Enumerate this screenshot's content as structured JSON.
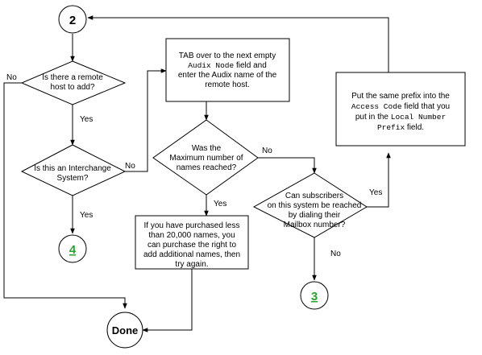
{
  "connectors": {
    "start": "2",
    "to_four": "4",
    "to_three": "3",
    "done": "Done"
  },
  "decisions": {
    "remote_host": [
      "Is there a remote",
      "host to add?"
    ],
    "interchange": [
      "Is this an Interchange",
      "System?"
    ],
    "max_names": [
      "Was the",
      "Maximum number of",
      "names reached?"
    ],
    "reachable": [
      "Can subscribers",
      "on this system be reached",
      "by dialing their",
      "Mailbox number?"
    ]
  },
  "boxes": {
    "tab_over": {
      "line1": "TAB over to the next empty",
      "line2_field": "Audix Node",
      "line2_suffix": " field and",
      "line3": "enter the Audix name of the",
      "line4": "remote host."
    },
    "purchase": [
      "If you have purchased less",
      "than 20,000 names, you",
      "can purchase the right to",
      "add additional names, then",
      "try again."
    ],
    "prefix": {
      "line1": "Put the same prefix into the",
      "line2_field": "Access Code",
      "line2_suffix": " field that you",
      "line3_prefix": "put in the ",
      "line3_field": "Local Number",
      "line4_field": "Prefix",
      "line4_suffix": " field."
    }
  },
  "edge_labels": {
    "remote_no": "No",
    "remote_yes": "Yes",
    "interchange_no": "No",
    "interchange_yes": "Yes",
    "max_no": "No",
    "max_yes": "Yes",
    "reach_yes": "Yes",
    "reach_no": "No"
  },
  "colors": {
    "link": "#2aa12a",
    "line": "#000000",
    "background": "#ffffff"
  }
}
